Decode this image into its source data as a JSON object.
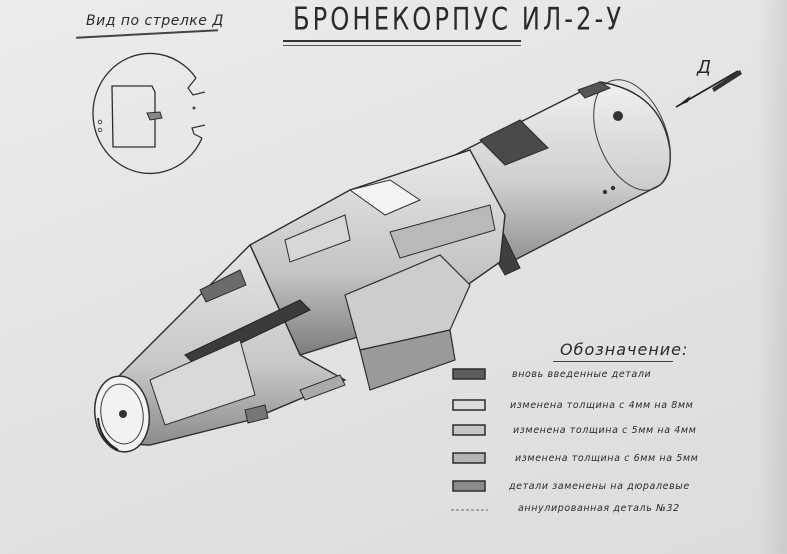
{
  "view_label": "Вид по стрелке Д",
  "title": "БРОНЕКОРПУС ИЛ-2-У",
  "arrow_label": "Д",
  "legend": {
    "title": "Обозначение:",
    "items": [
      {
        "label": "вновь введенные детали",
        "color": "#5d5d5d"
      },
      {
        "label": "изменена толщина с 4мм на 8мм",
        "color": "#dcdcdc"
      },
      {
        "label": "изменена толщина с 5мм на 4мм",
        "color": "#c6c6c6"
      },
      {
        "label": "изменена толщина с 6мм на 5мм",
        "color": "#b4b4b4"
      },
      {
        "label": "детали заменены на дюралевые",
        "color": "#8a8a8a"
      },
      {
        "label": "аннулированная деталь №32",
        "color": "none"
      }
    ]
  }
}
